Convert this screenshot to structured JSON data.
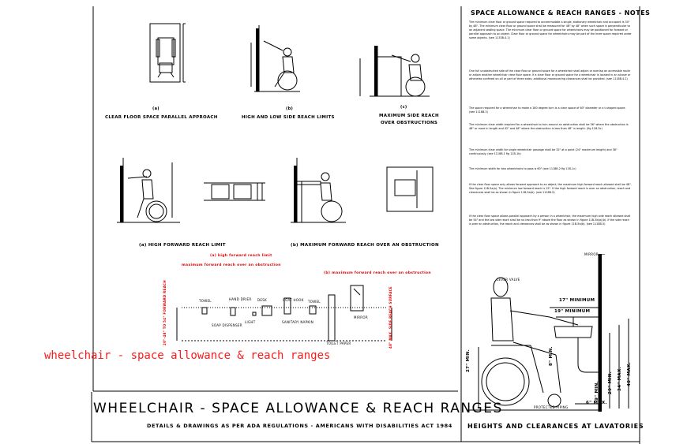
{
  "notes": {
    "title": "SPACE ALLOWANCE & REACH RANGES - NOTES",
    "paragraphs": [
      "The minimum clear floor or ground space required to accommodate a single, stationary wheelchair and occupant is 30\" by 48\". The minimum clear floor or ground space shall be measured for 48\" by 48\" when such space is perpendicular to an adjacent seating space. The minimum clear floor or ground space for wheelchairs may be positioned for forward or parallel approach to an object. Clear floor or ground space for wheelchairs may be part of the knee space required under some objects. (see 1133B.4.1)",
      "One full unobstructed side of the clear floor or ground space for a wheelchair shall adjoin or overlap an accessible route or adjoin another wheelchair clear floor space. If a clear floor or ground space for a wheelchair is located in an alcove or otherwise confined on all or part of three sides, additional maneuvering clearances shall be provided. (see 1118B.4.2)",
      "The space required for a wheelchair to make a 180 degree turn is a clear space of 60\" diameter or a t-shaped space. (see 1118B.3)",
      "The minimum clear width required for a wheelchair to turn around an obstruction shall be 36\" where the obstruction is 48\" or more in length and 42\" and 48\" where the obstruction is less than 48\" in length. (fig 11B-5c)",
      "The minimum clear width for single wheelchair passage shall be 32\" at a point (24\" maximum length) and 36\" continuously. (see 1118B.1 fig 11B-1b)",
      "The minimum width for two wheelchairs to pass is 60\" (see 1118B.2 fig 11B-1c)",
      "If the clear floor space only allows forward approach to an object, the maximum high forward reach allowed shall be 48\". See figure 11B-5a(a). The minimum low forward reach is 15\". If the high forward reach is over an obstruction, reach and clearances shall be as shown in figure 11B-5a(b). (see 1118B.5)",
      "If the clear floor space allows parallel approach by a person in a wheelchair, the maximum high side reach allowed shall be 54\" and the low side reach shall be no less than 9\" above the floor as shown in figure 11B-5b(a)(b). If the side reach is over an obstruction, the reach and clearances shall be as shown in figure 11B-5b(b). (see 1118B.5)"
    ]
  },
  "figures": {
    "a_label": "(a)",
    "a_caption": "CLEAR FLOOR SPACE  PARALLEL APPROACH",
    "b_label": "(b)",
    "b_caption": "HIGH AND LOW   SIDE REACH LIMITS",
    "c_label": "(c)",
    "c_caption_1": "MAXIMUM SIDE REACH",
    "c_caption_2": "OVER OBSTRUCTIONS",
    "d_caption": "(a)  HIGH FORWARD REACH LIMIT",
    "e_caption": "(b)  MAXIMUM FORWARD REACH OVER AN OBSTRUCTION"
  },
  "heights": {
    "red_1": "(a) high forward reach limit",
    "red_2": "maximum forward reach over an obstruction",
    "red_3": "(b) maximum forward reach over an obstruction",
    "items": [
      "TOWEL",
      "HAND DRIER",
      "SOAP DISPENSER",
      "LIGHT",
      "DESK",
      "COAT HOOK",
      "SANITARY NAPKIN",
      "TOWEL",
      "TOILET PAPER",
      "MIRROR"
    ],
    "left_dim": "20\"-48\" TO 54\" FORWARD REACH",
    "right_dim": "48\" MAX. SIDE REACH SURFACE"
  },
  "lavatory": {
    "mirror_label": "MIRROR",
    "lever_label": "LEVER VALVE",
    "dim_17": "17\" MINIMUM",
    "dim_19": "19\" MINIMUM",
    "dim_27": "27\" MIN.",
    "dim_8": "8\" MIN.",
    "dim_29": "29\" MIN.",
    "dim_34": "34\" MAX.",
    "dim_40": "40\" MAX.",
    "dim_9": "9\" MIN.",
    "dim_6": "6\" MAX.",
    "piping_label": "PROTECTED PIPING",
    "title": "HEIGHTS AND CLEARANCES AT LAVATORIES"
  },
  "title_block": {
    "title": "WHEELCHAIR - SPACE ALLOWANCE & REACH RANGES",
    "subtitle": "DETAILS & DRAWINGS AS PER ADA REGULATIONS - AMERICANS WITH DISABILITIES ACT 1984"
  },
  "watermark": "wheelchair - space allowance & reach ranges",
  "colors": {
    "line": "#000000",
    "annotation_red": "#e00000",
    "watermark_red": "#ff1a1a"
  }
}
